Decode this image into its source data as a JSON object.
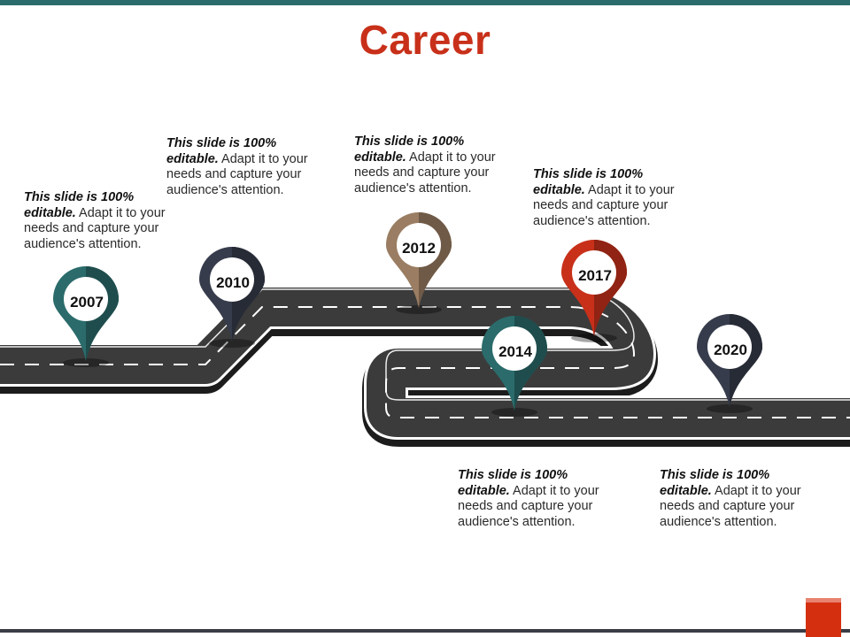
{
  "slide": {
    "title": "Career"
  },
  "milestones": [
    {
      "year": "2007",
      "text_bold": "This slide is 100% editable.",
      "text_rest": " Adapt it to your needs and capture your audience's attention.",
      "color": "#2b6b6b"
    },
    {
      "year": "2010",
      "text_bold": "This slide is 100% editable.",
      "text_rest": " Adapt it to your needs and capture your audience's attention.",
      "color": "#363c4b"
    },
    {
      "year": "2012",
      "text_bold": "This slide is 100% editable.",
      "text_rest": " Adapt it to your needs and capture your audience's attention.",
      "color": "#9a7d62"
    },
    {
      "year": "2014",
      "text_bold": "This slide is 100% editable.",
      "text_rest": " Adapt it to your needs and capture your audience's attention.",
      "color": "#2b6b6b"
    },
    {
      "year": "2017",
      "text_bold": "This slide is 100% editable.",
      "text_rest": " Adapt it to your needs and capture your audience's attention.",
      "color": "#c8301a"
    },
    {
      "year": "2020",
      "text_bold": "This slide is 100% editable.",
      "text_rest": " Adapt it to your needs and capture your audience's attention.",
      "color": "#363c4b"
    }
  ],
  "colors": {
    "accent": "#c8301a",
    "teal": "#2b6b6b",
    "road": "#3b3b3b"
  }
}
